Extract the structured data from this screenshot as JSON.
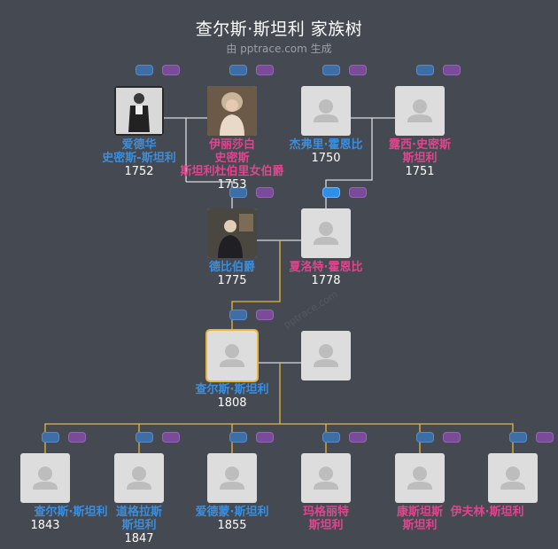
{
  "header": {
    "title": "查尔斯·斯坦利 家族树",
    "subtitle": "由 pptrace.com 生成",
    "watermark": "pptrace.com"
  },
  "colors": {
    "background": "#454a52",
    "male": "#3a8ee0",
    "female": "#e0458d",
    "selected_border": "#e8b63c",
    "main_line": "#e8b63c",
    "other_line": "#d8dadd"
  },
  "people": [
    {
      "id": "edward",
      "name_lines": [
        "爱德华",
        "史密斯-斯坦利"
      ],
      "year": "1752",
      "gender": "male",
      "photo": "portrait-photo"
    },
    {
      "id": "elizabeth",
      "name_lines": [
        "伊丽莎白",
        "史密斯",
        "斯坦利杜伯里女伯爵"
      ],
      "year": "1753",
      "gender": "female",
      "photo": "portrait-photo"
    },
    {
      "id": "geoffrey",
      "name_lines": [
        "杰弗里·霍恩比"
      ],
      "year": "1750",
      "gender": "male",
      "photo": "placeholder-avatar"
    },
    {
      "id": "lucy",
      "name_lines": [
        "露西·史密斯",
        "斯坦利"
      ],
      "year": "1751",
      "gender": "female",
      "photo": "placeholder-avatar"
    },
    {
      "id": "derby",
      "name_lines": [
        "德比伯爵"
      ],
      "year": "1775",
      "gender": "male",
      "photo": "portrait-photo"
    },
    {
      "id": "charlotte",
      "name_lines": [
        "夏洛特·霍恩比"
      ],
      "year": "1778",
      "gender": "female",
      "photo": "placeholder-avatar"
    },
    {
      "id": "charles",
      "name_lines": [
        "查尔斯·斯坦利"
      ],
      "year": "1808",
      "gender": "male",
      "photo": "placeholder-avatar",
      "selected": true
    },
    {
      "id": "spouse",
      "name_lines": [],
      "year": "",
      "gender": "female",
      "photo": "placeholder-avatar"
    },
    {
      "id": "charles2",
      "name_lines": [
        "查尔斯·斯坦利"
      ],
      "year": "1843",
      "gender": "male",
      "photo": "placeholder-avatar"
    },
    {
      "id": "douglas",
      "name_lines": [
        "道格拉斯",
        "斯坦利"
      ],
      "year": "1847",
      "gender": "male",
      "photo": "placeholder-avatar"
    },
    {
      "id": "edmund",
      "name_lines": [
        "爱德蒙·斯坦利"
      ],
      "year": "1855",
      "gender": "male",
      "photo": "placeholder-avatar"
    },
    {
      "id": "margaret",
      "name_lines": [
        "玛格丽特",
        "斯坦利"
      ],
      "year": "",
      "gender": "female",
      "photo": "placeholder-avatar"
    },
    {
      "id": "constance",
      "name_lines": [
        "康斯坦斯",
        "斯坦利"
      ],
      "year": "",
      "gender": "female",
      "photo": "placeholder-avatar"
    },
    {
      "id": "josephine",
      "name_lines": [
        "伊夫林·斯坦利"
      ],
      "year": "",
      "gender": "female",
      "photo": "placeholder-avatar"
    }
  ]
}
